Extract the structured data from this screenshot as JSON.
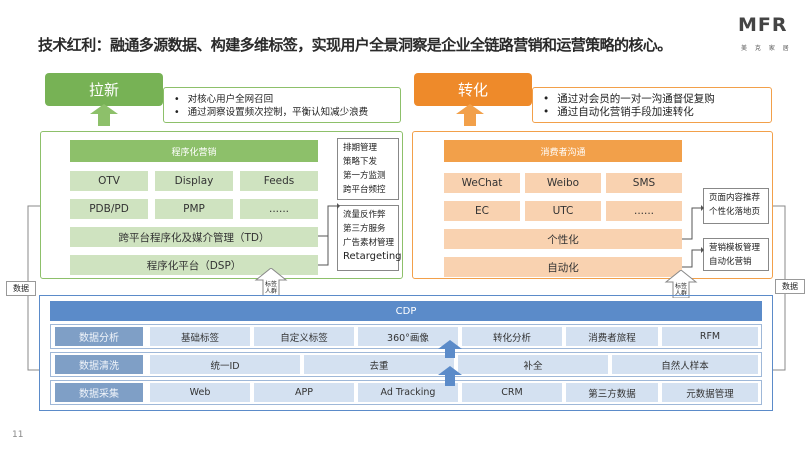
{
  "header": {
    "title": "技术红利：融通多源数据、构建多维标签，实现用户全景洞察是企业全链路营销和运营策略的核心。",
    "logo_text": "MFR",
    "logo_sub": "美 克 家 居"
  },
  "left_section": {
    "tab_label": "拉新",
    "bullets": [
      "对核心用户全网召回",
      "通过洞察设置频次控制，平衡认知减少浪费"
    ],
    "header": "程序化营销",
    "grid": [
      [
        "OTV",
        "Display",
        "Feeds"
      ],
      [
        "PDB/PD",
        "PMP",
        "......"
      ]
    ],
    "row1": "跨平台程序化及媒介管理（TD）",
    "row2": "程序化平台（DSP）",
    "side_top": [
      "排期管理",
      "策略下发",
      "第一方监测",
      "跨平台频控"
    ],
    "side_bottom": [
      "流量反作弊",
      "第三方服务",
      "广告素材管理",
      "Retargeting"
    ]
  },
  "right_section": {
    "tab_label": "转化",
    "bullets": [
      "通过对会员的一对一沟通督促复购",
      "通过自动化营销手段加速转化"
    ],
    "header": "消费者沟通",
    "grid": [
      [
        "WeChat",
        "Weibo",
        "SMS"
      ],
      [
        "EC",
        "UTC",
        "......"
      ]
    ],
    "row1": "个性化",
    "row2": "自动化",
    "side_top": [
      "页面内容推荐",
      "个性化落地页"
    ],
    "side_bottom": [
      "营销模板管理",
      "自动化营销"
    ]
  },
  "arrow_labels": {
    "left_tag": "标签\n人群",
    "right_tag": "标签\n人群",
    "left_data": "数据",
    "right_data": "数据"
  },
  "cdp": {
    "title": "CDP",
    "rows": [
      {
        "label": "数据分析",
        "cells": [
          "基础标签",
          "自定义标签",
          "360°画像",
          "转化分析",
          "消费者旅程",
          "RFM"
        ]
      },
      {
        "label": "数据清洗",
        "cells": [
          "统一ID",
          "去重",
          "补全",
          "自然人样本"
        ]
      },
      {
        "label": "数据采集",
        "cells": [
          "Web",
          "APP",
          "Ad Tracking",
          "CRM",
          "第三方数据",
          "元数据管理"
        ]
      }
    ]
  },
  "footer": {
    "page_number": "11"
  },
  "colors": {
    "green": "#77b255",
    "green_light": "#cfe3c0",
    "orange": "#ee8a2a",
    "orange_light": "#f9d2b0",
    "blue": "#5b8bc9",
    "blue_light": "#d4e1f1"
  }
}
